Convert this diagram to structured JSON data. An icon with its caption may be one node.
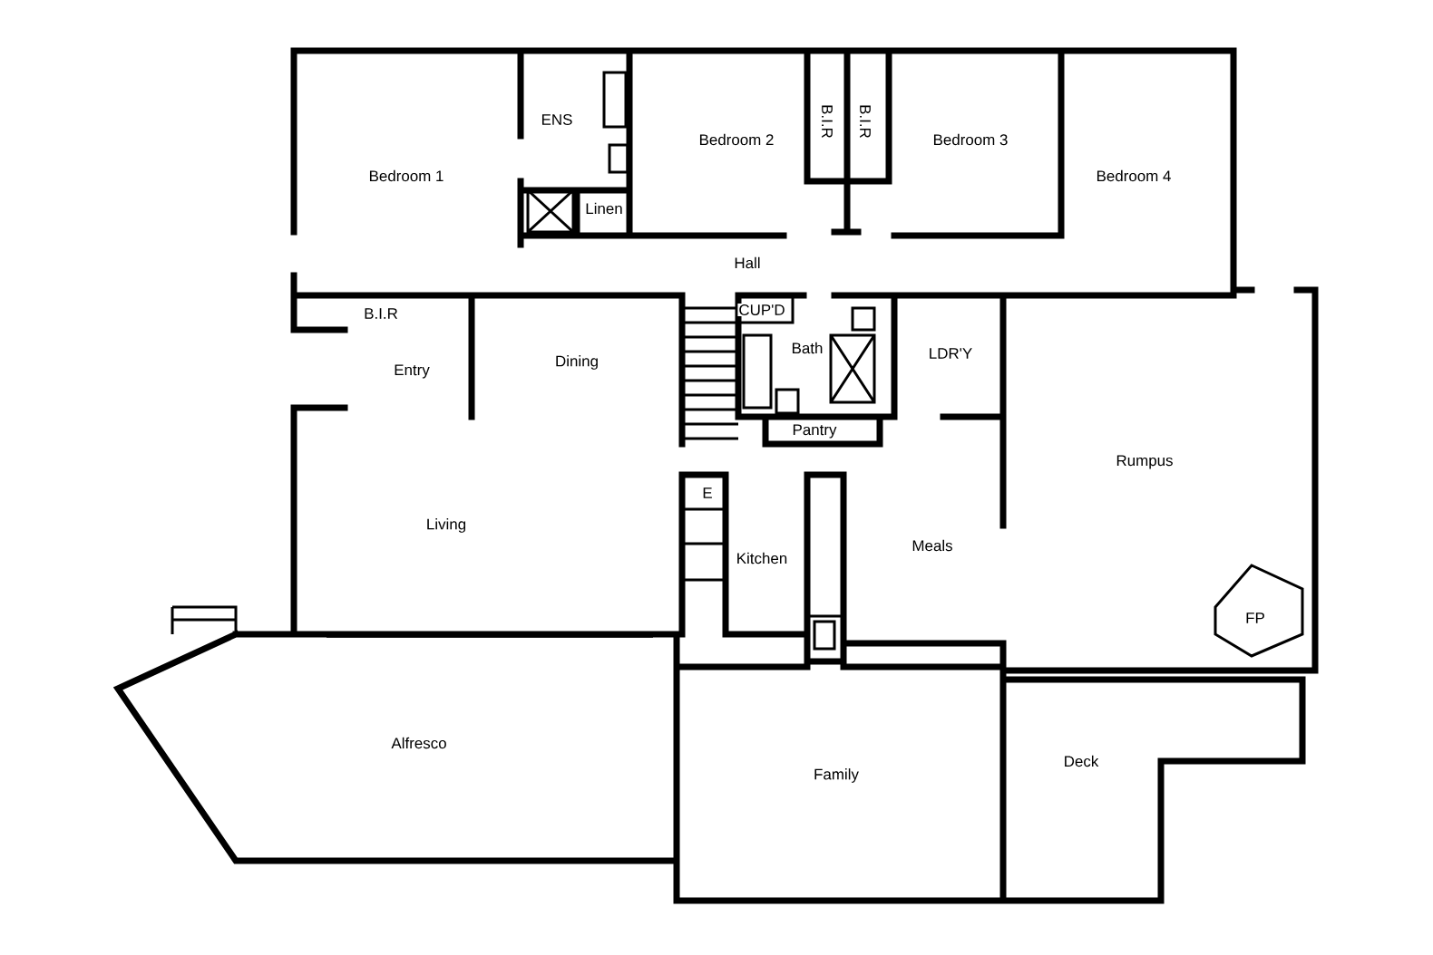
{
  "diagram": {
    "labels": [
      "ENS",
      "Bedroom 2",
      "B.I.R",
      "B.I.R",
      "Bedroom 3",
      "Bedroom 1",
      "Bedroom 4",
      "Linen",
      "Hall",
      "CUP'D",
      "B.I.R",
      "LDR'Y",
      "Bath",
      "Dining",
      "Entry",
      "Pantry",
      "Rumpus",
      "E",
      "Living",
      "Meals",
      "Kitchen",
      "FP",
      "Alfresco",
      "Deck",
      "Family"
    ]
  }
}
